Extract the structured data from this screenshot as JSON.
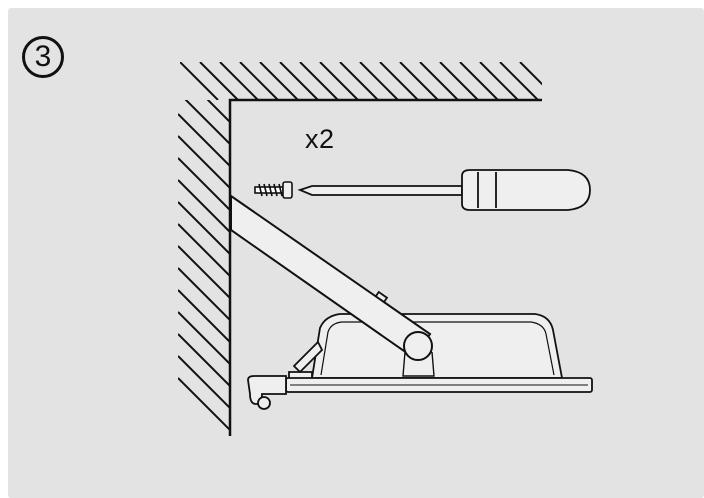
{
  "step": {
    "number": "3"
  },
  "quantity": {
    "label": "x2"
  },
  "icons": {
    "wall": "hatched-wall-ceiling",
    "tool": "screwdriver-icon",
    "fastener": "screw-icon",
    "device": "mounted-unit-with-arm"
  },
  "colors": {
    "panel_bg": "#e3e3e3",
    "line": "#111111",
    "part_fill": "#efefef"
  }
}
